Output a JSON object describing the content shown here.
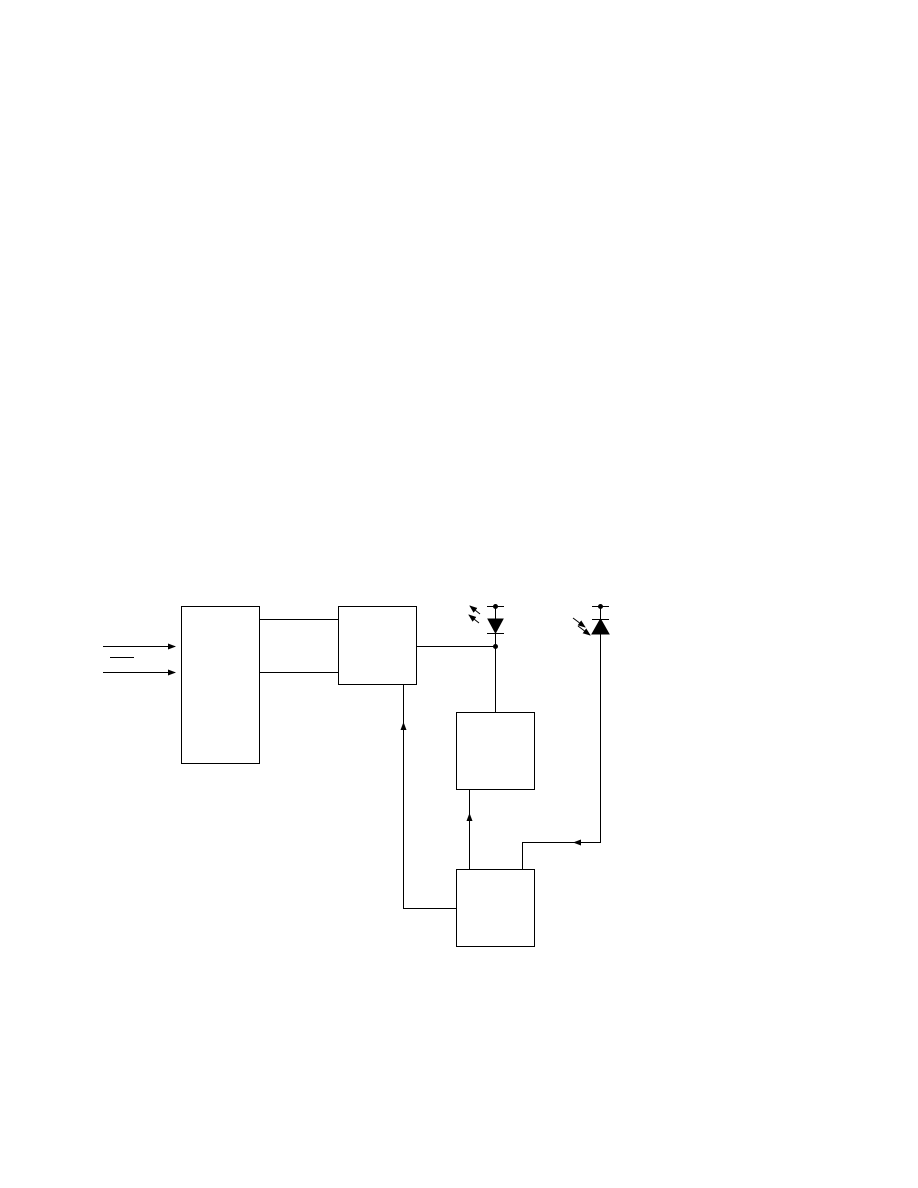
{
  "diagram": {
    "colors": {
      "line": "#000000",
      "background": "#ffffff"
    },
    "blocks": [
      {
        "id": "input-block"
      },
      {
        "id": "driver-block"
      },
      {
        "id": "middle-block"
      },
      {
        "id": "control-block"
      }
    ],
    "components": [
      {
        "id": "led-emitter",
        "icon": "light-emitting-diode"
      },
      {
        "id": "photodiode-receiver",
        "icon": "photodiode"
      }
    ],
    "inputs": [
      {
        "id": "input-signal-1",
        "overbar": false
      },
      {
        "id": "input-signal-2",
        "overbar": true
      }
    ]
  }
}
